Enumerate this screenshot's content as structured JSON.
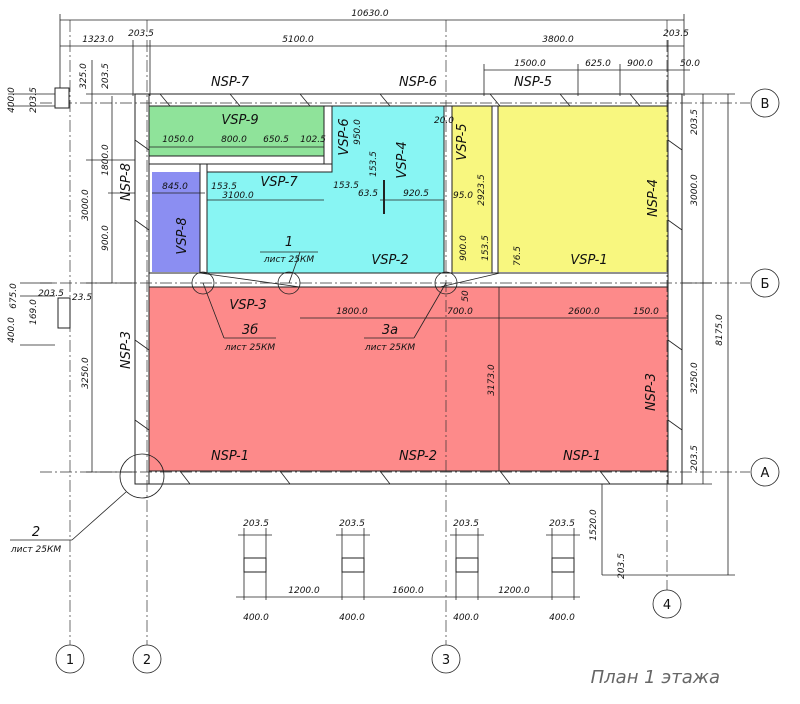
{
  "title": "План 1 этажа",
  "axes": {
    "numbers": [
      "1",
      "2",
      "3",
      "4"
    ],
    "letters": [
      "В",
      "Б",
      "А"
    ]
  },
  "colors": {
    "vsp_green": "#8fe39a",
    "vsp_cyan": "#88f5f3",
    "vsp_yellow": "#f8f77f",
    "vsp_blue": "#8b8ef2",
    "vsp_red": "#fd8a8a",
    "lines": "#222222"
  },
  "top_dimensions": {
    "overall": "10630.0",
    "row2": [
      "1323.0",
      "203.5",
      "5100.0",
      "3800.0",
      "203.5"
    ],
    "row3": [
      "1500.0",
      "625.0",
      "900.0",
      "50.0"
    ]
  },
  "panels": {
    "nsp": [
      "NSP-7",
      "NSP-6",
      "NSP-5",
      "NSP-8",
      "NSP-3",
      "NSP-1",
      "NSP-2",
      "NSP-1",
      "NSP-3",
      "NSP-4"
    ],
    "vsp": [
      "VSP-9",
      "VSP-6",
      "VSP-4",
      "VSP-5",
      "VSP-7",
      "VSP-8",
      "VSP-2",
      "VSP-1",
      "VSP-3"
    ]
  },
  "inner_dimensions": [
    "1050.0",
    "800.0",
    "650.5",
    "102.5",
    "950.0",
    "153.5",
    "63.5",
    "920.5",
    "845.0",
    "153.5",
    "3100.0",
    "153.5",
    "95.0",
    "2923.5",
    "900.0",
    "153.5",
    "76.5",
    "50",
    "1800.0",
    "700.0",
    "2600.0",
    "150.0",
    "3173.0",
    "20.0"
  ],
  "left_dimensions": [
    "325.0",
    "203.5",
    "400.0",
    "203.5",
    "1800.0",
    "3000.0",
    "900.0",
    "3250.0",
    "400.0",
    "675.0",
    "203.5",
    "169.0",
    "23.5"
  ],
  "right_dimensions": [
    "203.5",
    "3000.0",
    "8175.0",
    "3250.0",
    "203.5",
    "1520.0",
    "203.5"
  ],
  "callouts": [
    {
      "num": "1",
      "sheet": "лист 25КМ"
    },
    {
      "num": "3б",
      "sheet": "лист 25КМ"
    },
    {
      "num": "3а",
      "sheet": "лист 25КМ"
    },
    {
      "num": "2",
      "sheet": "лист 25КМ"
    }
  ],
  "bottom_dimensions": {
    "piers": [
      "203.5",
      "203.5",
      "203.5",
      "203.5"
    ],
    "spans": [
      "1200.0",
      "1600.0",
      "1200.0"
    ],
    "widths": [
      "400.0",
      "400.0",
      "400.0",
      "400.0"
    ]
  }
}
